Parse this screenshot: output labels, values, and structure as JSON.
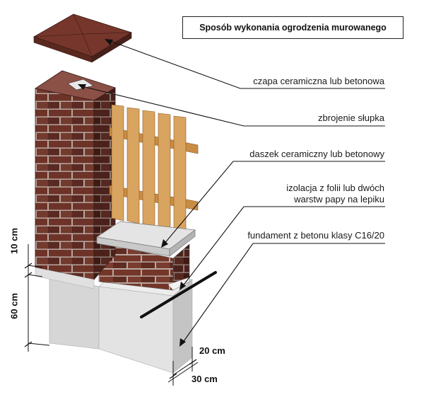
{
  "title": "Sposób wykonania ogrodzenia murowanego",
  "labels": {
    "cap": "czapa ceramiczna lub betonowa",
    "reinforcement": "zbrojenie słupka",
    "coping": "daszek ceramiczny lub betonowy",
    "insulation_line1": "izolacja z folii lub dwóch",
    "insulation_line2": "warstw papy na lepiku",
    "foundation": "fundament z betonu klasy C16/20"
  },
  "dimensions": {
    "h_wall_base": "10 cm",
    "h_foundation": "60 cm",
    "w_wall": "20 cm",
    "w_foundation": "30 cm"
  },
  "colors": {
    "brick": "#6b3127",
    "brick_dark": "#4e211a",
    "mortar": "#b9a9a3",
    "concrete": "#dcdcdc",
    "wood": "#d9a45f"
  }
}
